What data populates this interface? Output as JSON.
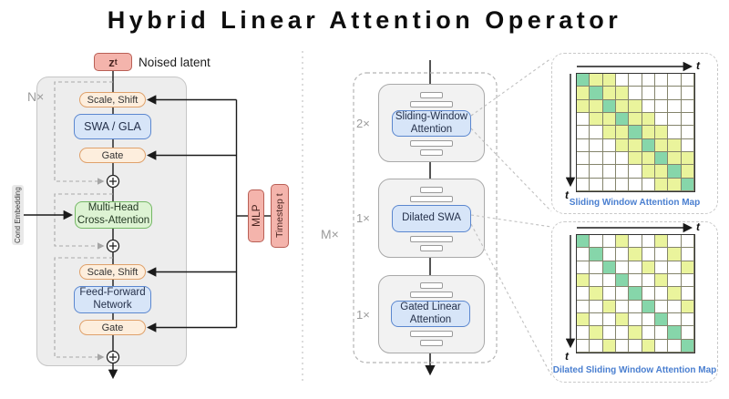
{
  "title": "Hybrid Linear Attention Operator",
  "left_panel": {
    "repeat_label": "N×",
    "noised_latent_symbol": "z",
    "noised_latent_subscript": "t",
    "noised_latent_caption": "Noised latent",
    "cond_embedding_label": "Cond Embedding",
    "scale_shift_1": "Scale, Shift",
    "swa_gla": "SWA / GLA",
    "gate_1": "Gate",
    "cross_attention": "Multi-Head\nCross-Attention",
    "scale_shift_2": "Scale, Shift",
    "ffn": "Feed-Forward\nNetwork",
    "gate_2": "Gate",
    "mlp_label": "MLP",
    "timestep_label": "Timestep t"
  },
  "middle_panel": {
    "repeat_label": "M×",
    "blocks": [
      {
        "multiplier": "2×",
        "label": "Sliding-Window\nAttention"
      },
      {
        "multiplier": "1×",
        "label": "Dilated SWA"
      },
      {
        "multiplier": "1×",
        "label": "Gated Linear\nAttention"
      }
    ]
  },
  "attention_maps": [
    {
      "caption": "Sliding Window Attention Map",
      "x_axis_label": "t",
      "y_axis_label": "t",
      "matrix": [
        "GYY......",
        "YGYY.....",
        "YYGYY....",
        ".YYGYY...",
        "..YYGYY..",
        "...YYGYY.",
        "....YYGYY",
        ".....YYGY",
        "......YYG"
      ]
    },
    {
      "caption": "Dilated Sliding Window Attention Map",
      "x_axis_label": "t",
      "y_axis_label": "t",
      "matrix": [
        "G..Y..Y..",
        ".G..Y..Y.",
        "..G..Y..Y",
        "Y..G..Y..",
        ".Y..G..Y.",
        "..Y..G..Y",
        "Y..Y..G..",
        ".Y..Y..G.",
        "..Y..Y..G"
      ]
    }
  ],
  "colors": {
    "pink_fill": "#f4b4ac",
    "pink_border": "#b95f55",
    "peach_fill": "#fdeedd",
    "peach_border": "#dfa16b",
    "blue_fill": "#d7e5f8",
    "blue_border": "#5b87cf",
    "green_fill": "#ddf3d3",
    "green_border": "#74b865",
    "map_green": "#86d6aa",
    "map_yellow": "#eaf49c",
    "caption_blue": "#4a7fd0"
  }
}
